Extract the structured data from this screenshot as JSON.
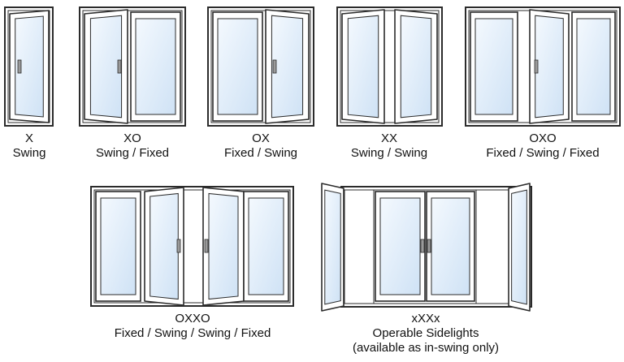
{
  "colors": {
    "frame": "#2b2b2b",
    "glass_light": "#f4f9fe",
    "glass_dark": "#cfe2f5",
    "handle": "#9a9a9a",
    "text": "#111111"
  },
  "doors": [
    {
      "code": "X",
      "description": "Swing"
    },
    {
      "code": "XO",
      "description": "Swing / Fixed"
    },
    {
      "code": "OX",
      "description": "Fixed / Swing"
    },
    {
      "code": "XX",
      "description": "Swing / Swing"
    },
    {
      "code": "OXO",
      "description": "Fixed / Swing / Fixed"
    },
    {
      "code": "OXXO",
      "description": "Fixed / Swing / Swing / Fixed"
    },
    {
      "code": "xXXx",
      "description": "Operable Sidelights",
      "note": "(available as in-swing only)"
    }
  ]
}
